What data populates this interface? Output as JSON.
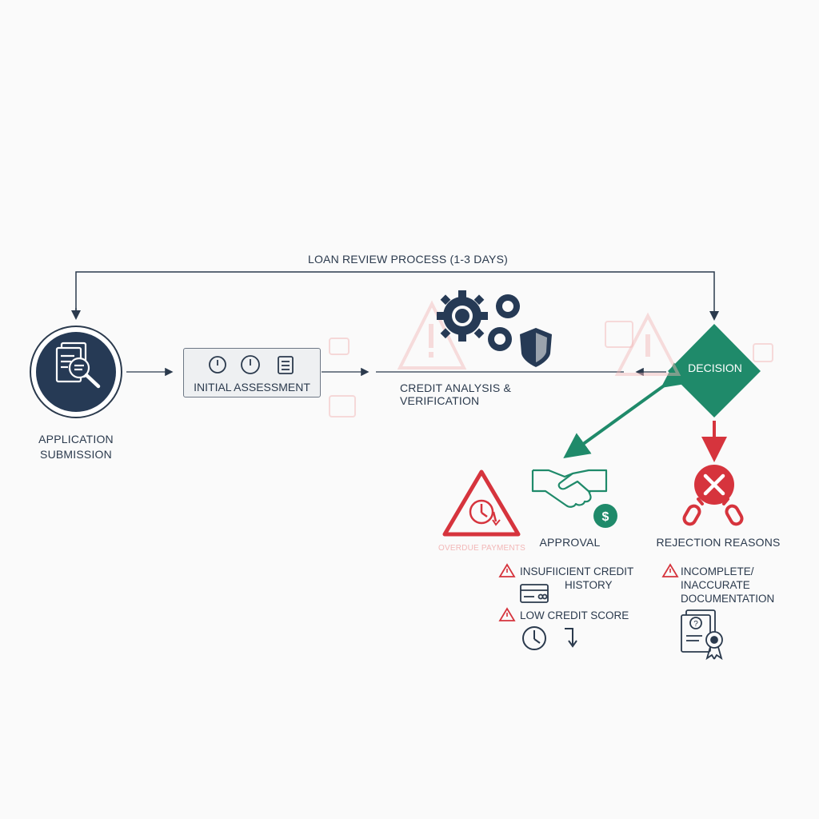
{
  "diagram": {
    "header": "LOAN REVIEW PROCESS (1-3 DAYS)",
    "nodes": {
      "application": "APPLICATION SUBMISSION",
      "initial_assessment": "INITIAL ASSESSMENT",
      "credit_analysis": "CREDIT ANALYSIS & VERIFICATION",
      "decision": "DECISION",
      "approval": "APPROVAL",
      "rejection": "REJECTION REASONS"
    },
    "overdue_label": "OVERDUE PAYMENTS",
    "approval_reasons": {
      "insufficient_line1": "INSUFIICIENT CREDIT",
      "insufficient_line2": "HISTORY",
      "low_score": "LOW CREDIT SCORE"
    },
    "rejection_reasons": {
      "line1": "INCOMPLETE/",
      "line2": "INACCURATE",
      "line3": "DOCUMENTATION"
    },
    "colors": {
      "navy": "#263a55",
      "green": "#1f8a6a",
      "red": "#d6343d",
      "faint_red": "#f2b7b7",
      "box_fill": "#eef0f2"
    },
    "icons": {
      "application": "document-magnifier-icon",
      "assessment": [
        "timer-icon",
        "clock-icon",
        "checklist-icon"
      ],
      "credit_analysis": [
        "gears-icon",
        "shield-icon"
      ],
      "approval": [
        "handshake-icon",
        "dollar-icon"
      ],
      "rejection": [
        "x-circle-icon",
        "broken-chain-icon"
      ],
      "overdue": "warning-clock-icon"
    }
  }
}
